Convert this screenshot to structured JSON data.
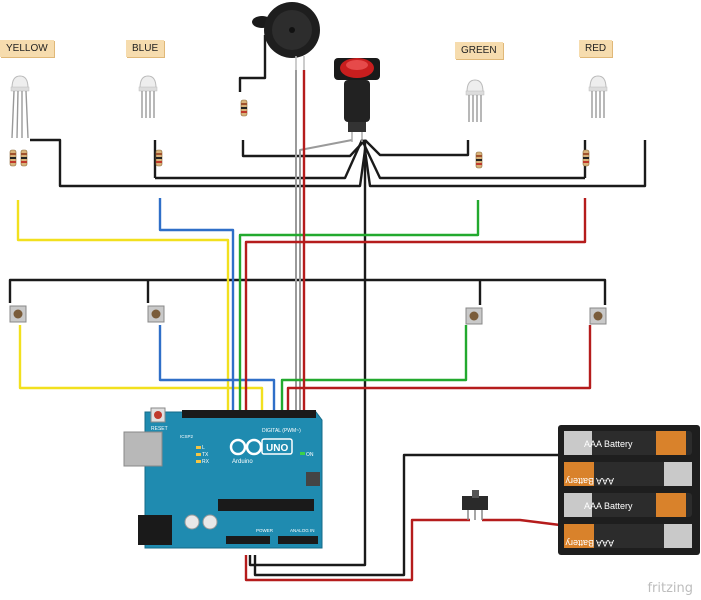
{
  "labels": {
    "yellow": "YELLOW",
    "blue": "BLUE",
    "green": "GREEN",
    "red": "RED"
  },
  "board": {
    "reset": "RESET",
    "icsp": "ICSP2",
    "digital": "DIGITAL (PWM~)",
    "brand": "Arduino",
    "model": "UNO",
    "on": "ON",
    "tx": "TX",
    "rx": "RX",
    "l": "L",
    "power": "POWER",
    "analog": "ANALOG IN"
  },
  "battery": {
    "cell1": "AAA Battery",
    "cell2": "AAA Battery",
    "cell3": "AAA Battery",
    "cell4": "AAA Battery"
  },
  "watermark": "fritzing",
  "colors": {
    "yellow_wire": "#f2e01e",
    "blue_wire": "#2f6fc8",
    "green_wire": "#22a92e",
    "red_wire": "#b51c1c",
    "black_wire": "#1a1a1a",
    "gray_wire": "#9a9a9a",
    "board": "#1f8bb0"
  }
}
